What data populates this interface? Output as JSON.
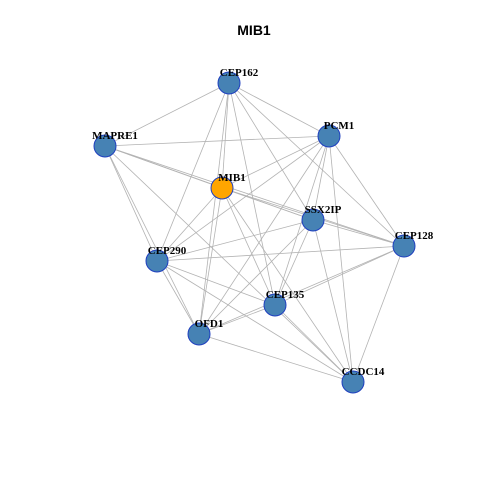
{
  "title": "MIB1",
  "colors": {
    "node_default": "#4682b4",
    "node_highlight": "#ffa500",
    "node_border": "#1f3fbf",
    "edge": "#b3b3b3"
  },
  "nodes": [
    {
      "id": "CEP162",
      "label": "CEP162",
      "highlight": false
    },
    {
      "id": "MAPRE1",
      "label": "MAPRE1",
      "highlight": false
    },
    {
      "id": "PCM1",
      "label": "PCM1",
      "highlight": false
    },
    {
      "id": "MIB1",
      "label": "MIB1",
      "highlight": true
    },
    {
      "id": "SSX2IP",
      "label": "SSX2IP",
      "highlight": false
    },
    {
      "id": "CEP128",
      "label": "CEP128",
      "highlight": false
    },
    {
      "id": "CEP290",
      "label": "CEP290",
      "highlight": false
    },
    {
      "id": "CEP135",
      "label": "CEP135",
      "highlight": false
    },
    {
      "id": "OFD1",
      "label": "OFD1",
      "highlight": false
    },
    {
      "id": "CCDC14",
      "label": "CCDC14",
      "highlight": false
    }
  ],
  "edges": [
    [
      "CEP162",
      "MAPRE1"
    ],
    [
      "CEP162",
      "PCM1"
    ],
    [
      "CEP162",
      "MIB1"
    ],
    [
      "CEP162",
      "SSX2IP"
    ],
    [
      "CEP162",
      "CEP128"
    ],
    [
      "CEP162",
      "CEP290"
    ],
    [
      "CEP162",
      "CEP135"
    ],
    [
      "CEP162",
      "OFD1"
    ],
    [
      "MAPRE1",
      "PCM1"
    ],
    [
      "MAPRE1",
      "MIB1"
    ],
    [
      "MAPRE1",
      "SSX2IP"
    ],
    [
      "MAPRE1",
      "CEP128"
    ],
    [
      "MAPRE1",
      "CEP290"
    ],
    [
      "MAPRE1",
      "OFD1"
    ],
    [
      "MAPRE1",
      "CCDC14"
    ],
    [
      "PCM1",
      "MIB1"
    ],
    [
      "PCM1",
      "SSX2IP"
    ],
    [
      "PCM1",
      "CEP128"
    ],
    [
      "PCM1",
      "CEP290"
    ],
    [
      "PCM1",
      "CEP135"
    ],
    [
      "PCM1",
      "OFD1"
    ],
    [
      "PCM1",
      "CCDC14"
    ],
    [
      "MIB1",
      "SSX2IP"
    ],
    [
      "MIB1",
      "CEP128"
    ],
    [
      "MIB1",
      "CEP290"
    ],
    [
      "MIB1",
      "CEP135"
    ],
    [
      "MIB1",
      "OFD1"
    ],
    [
      "MIB1",
      "CCDC14"
    ],
    [
      "SSX2IP",
      "CEP128"
    ],
    [
      "SSX2IP",
      "CEP290"
    ],
    [
      "SSX2IP",
      "CEP135"
    ],
    [
      "SSX2IP",
      "OFD1"
    ],
    [
      "SSX2IP",
      "CCDC14"
    ],
    [
      "CEP128",
      "CEP290"
    ],
    [
      "CEP128",
      "CEP135"
    ],
    [
      "CEP128",
      "OFD1"
    ],
    [
      "CEP128",
      "CCDC14"
    ],
    [
      "CEP290",
      "CEP135"
    ],
    [
      "CEP290",
      "OFD1"
    ],
    [
      "CEP290",
      "CCDC14"
    ],
    [
      "CEP135",
      "OFD1"
    ],
    [
      "CEP135",
      "CCDC14"
    ],
    [
      "OFD1",
      "CCDC14"
    ]
  ]
}
